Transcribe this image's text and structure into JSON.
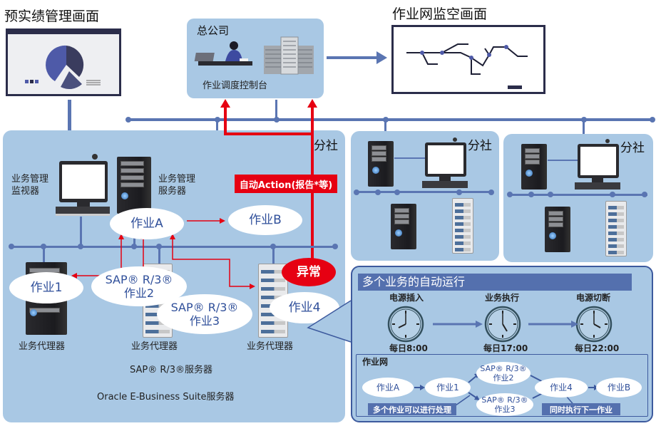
{
  "titles": {
    "performance_screen": "预实绩管理画面",
    "network_monitor_screen": "作业网监空画面"
  },
  "headquarters": {
    "title": "总公司",
    "console_label": "作业调度控制台"
  },
  "branch_labels": [
    "分社",
    "分社",
    "分社"
  ],
  "main_branch": {
    "monitor_label_line1": "业务管理",
    "monitor_label_line2": "监视器",
    "server_label_line1": "业务管理",
    "server_label_line2": "服务器",
    "auto_action": "自动Action(报告*等)",
    "error_badge": "异常",
    "jobs": {
      "job_a": "作业A",
      "job_b": "作业B",
      "job_1": "作业1",
      "job_2_line1": "SAP® R/3®",
      "job_2_line2": "作业2",
      "job_3_line1": "SAP® R/3®",
      "job_3_line2": "作业3",
      "job_4": "作业4"
    },
    "agent_labels": [
      "业务代理器",
      "业务代理器",
      "业务代理器"
    ],
    "sap_server_label": "SAP® R/3®服务器",
    "oracle_server_label": "Oracle E-Business Suite服务器"
  },
  "auto_run": {
    "title": "多个业务的自动运行",
    "steps": [
      {
        "label": "电源插入",
        "time": "每日8:00"
      },
      {
        "label": "业务执行",
        "time": "每日17:00"
      },
      {
        "label": "电源切断",
        "time": "每日22:00"
      }
    ],
    "job_net": {
      "title": "作业网",
      "nodes": {
        "job_a": "作业A",
        "job_1": "作业1",
        "job_2_line1": "SAP® R/3®",
        "job_2_line2": "作业2",
        "job_3_line1": "SAP® R/3®",
        "job_3_line2": "作业3",
        "job_4": "作业4",
        "job_b": "作业B"
      },
      "note_parallel": "多个作业可以进行处理",
      "note_next": "同时执行下一作业"
    }
  },
  "colors": {
    "panel": "#a9c8e4",
    "network": "#5a75b2",
    "alert_red": "#e60012",
    "header_bar": "#5470ae",
    "job_text": "#2f4f9a"
  }
}
